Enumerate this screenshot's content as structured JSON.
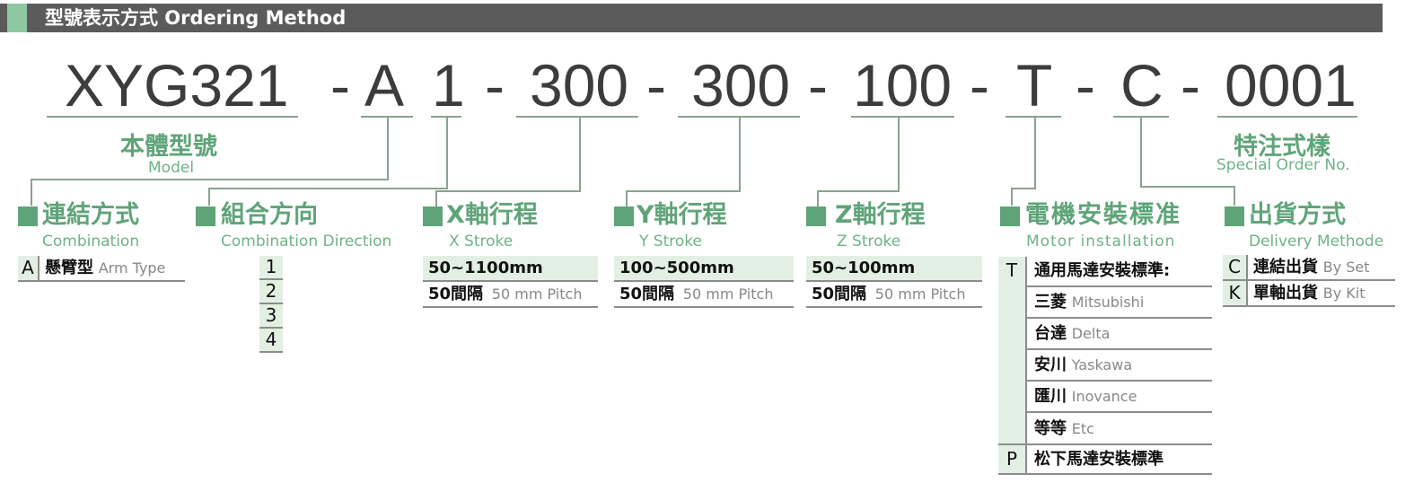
{
  "header": {
    "title": "型號表示方式 Ordering Method"
  },
  "code": {
    "model": "XYG321",
    "d1": "-",
    "combination": "A",
    "direction": "1",
    "d2": "-",
    "x_stroke": "300",
    "d3": "-",
    "y_stroke": "300",
    "d4": "-",
    "z_stroke": "100",
    "d5": "-",
    "motor": "T",
    "d6": "-",
    "delivery": "C",
    "d7": "-",
    "special": "0001"
  },
  "model_label": {
    "zh": "本體型號",
    "en": "Model"
  },
  "special_label": {
    "zh": "特注式樣",
    "en": "Special Order No."
  },
  "sections": {
    "combination": {
      "zh": "連結方式",
      "en": "Combination",
      "rows": [
        {
          "code": "A",
          "zh": "懸臂型",
          "en": "Arm Type"
        }
      ]
    },
    "direction": {
      "zh": "組合方向",
      "en": "Combination Direction",
      "rows": [
        "1",
        "2",
        "3",
        "4"
      ]
    },
    "x": {
      "zh": "X軸行程",
      "en": "X Stroke",
      "range": "50~1100mm",
      "pitch_zh": "50間隔",
      "pitch_en": "50 mm Pitch"
    },
    "y": {
      "zh": "Y軸行程",
      "en": "Y Stroke",
      "range": "100~500mm",
      "pitch_zh": "50間隔",
      "pitch_en": "50 mm Pitch"
    },
    "z": {
      "zh": "Z軸行程",
      "en": "Z Stroke",
      "range": "50~100mm",
      "pitch_zh": "50間隔",
      "pitch_en": "50 mm Pitch"
    },
    "motor": {
      "zh": "電機安裝標准",
      "en": "Motor installation",
      "t_code": "T",
      "t_label": "通用馬達安裝標準:",
      "brands": [
        {
          "zh": "三菱",
          "en": "Mitsubishi"
        },
        {
          "zh": "台達",
          "en": "Delta"
        },
        {
          "zh": "安川",
          "en": "Yaskawa"
        },
        {
          "zh": "匯川",
          "en": "Inovance"
        },
        {
          "zh": "等等",
          "en": "Etc"
        }
      ],
      "p_code": "P",
      "p_label": "松下馬達安裝標準"
    },
    "delivery": {
      "zh": "出貨方式",
      "en": "Delivery Methode",
      "rows": [
        {
          "code": "C",
          "zh": "連結出貨",
          "en": "By Set"
        },
        {
          "code": "K",
          "zh": "單軸出貨",
          "en": "By Kit"
        }
      ]
    }
  },
  "colors": {
    "accent": "#5fa478",
    "highlight": "#e2f0e3",
    "title_bar": "#5b5b5b",
    "line": "#8aa28f"
  }
}
